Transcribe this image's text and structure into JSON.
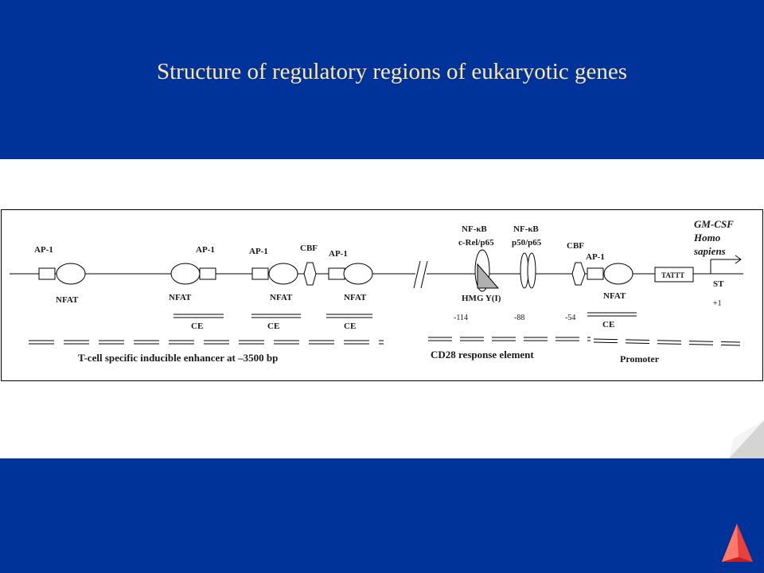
{
  "slide": {
    "title": "Structure of regulatory regions of eukaryotic genes",
    "colors": {
      "band": "#003399",
      "title": "#ffe7a8",
      "nav_icon": "#e8403c"
    }
  },
  "nav": {
    "icon": "home-triangle-icon"
  },
  "diagram": {
    "labels": {
      "ap1_a": "AP-1",
      "ap1_b": "AP-1",
      "ap1_c": "AP-1",
      "ap1_d": "AP-1",
      "ap1_e": "AP-1",
      "cbf_a": "CBF",
      "cbf_b": "CBF",
      "nfat_a": "NFAT",
      "nfat_b": "NFAT",
      "nfat_c": "NFAT",
      "nfat_d": "NFAT",
      "nfat_e": "NFAT",
      "nfkb_a_line1": "NF-κB",
      "nfkb_a_line2": "c-Rel/p65",
      "nfkb_b_line1": "NF-κB",
      "nfkb_b_line2": "p50/p65",
      "hmg": "HMG Y(I)",
      "ce_a": "CE",
      "ce_b": "CE",
      "ce_c": "CE",
      "ce_d": "CE",
      "pos_114": "-114",
      "pos_88": "-88",
      "pos_54": "-54",
      "tattt": "TATTT",
      "st": "ST",
      "plus1": "+1",
      "gene_line1": "GM-CSF",
      "gene_line2": "Homo",
      "gene_line3": "sapiens",
      "enhancer": "T-cell specific inducible enhancer at –3500 bp",
      "cd28": "CD28 response element",
      "promoter": "Promoter"
    }
  }
}
